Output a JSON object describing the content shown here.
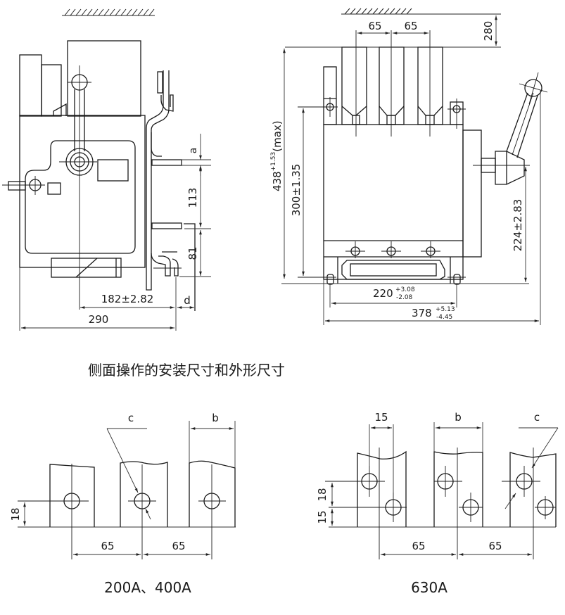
{
  "side_view": {
    "dim_a": "a",
    "dim_113": "113",
    "dim_81": "81",
    "dim_182": "182±2.82",
    "dim_d": "d",
    "dim_290": "290"
  },
  "front_view": {
    "dim_pitch_1": "65",
    "dim_pitch_2": "65",
    "dim_280": "280",
    "dim_438_main": "438",
    "dim_438_tol": "+1.53",
    "dim_438_suffix": "(max)",
    "dim_300": "300±1.35",
    "dim_224": "224±2.83",
    "dim_220_main": "220",
    "dim_220_tol_upper": "+3.08",
    "dim_220_tol_lower": "-2.08",
    "dim_378_main": "378",
    "dim_378_tol_upper": "+5.13",
    "dim_378_tol_lower": "-4.45"
  },
  "caption": "侧面操作的安装尺寸和外形尺寸",
  "terminal_200_400": {
    "label_c": "c",
    "label_b": "b",
    "dim_18": "18",
    "dim_pitch_1": "65",
    "dim_pitch_2": "65",
    "title": "200A、400A"
  },
  "terminal_630": {
    "label_15_top": "15",
    "label_b": "b",
    "label_c": "c",
    "dim_18": "18",
    "dim_15": "15",
    "dim_pitch_1": "65",
    "dim_pitch_2": "65",
    "title": "630A"
  }
}
